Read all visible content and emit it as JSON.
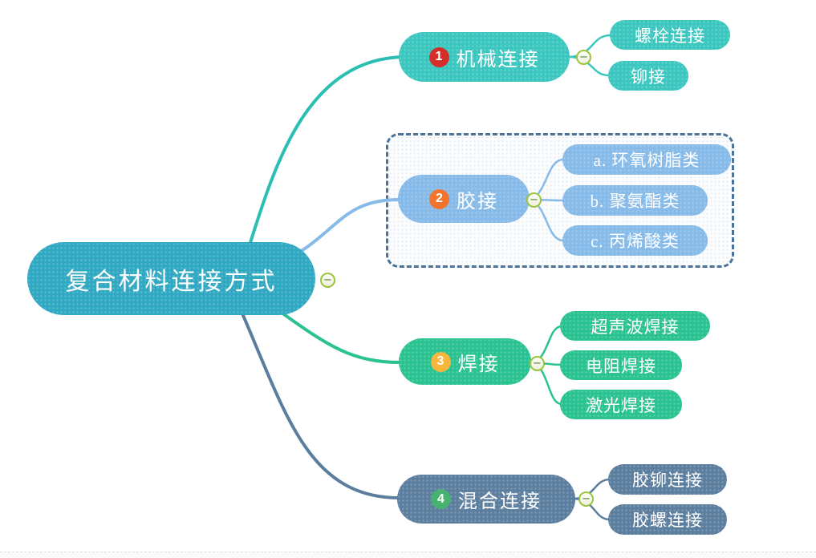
{
  "app": {
    "type": "mindmap",
    "canvas_background": "#ffffff"
  },
  "root": {
    "label": "复合材料连接方式",
    "color": "#2fa8c2",
    "text_color": "#ffffff"
  },
  "branches": [
    {
      "label": "机械连接",
      "badge": "1",
      "badge_color": "#d62e2a",
      "color": "#3bc7bf",
      "children": [
        {
          "label": "螺栓连接"
        },
        {
          "label": "铆接"
        }
      ]
    },
    {
      "label": "胶接",
      "badge": "2",
      "badge_color": "#f3742c",
      "color": "#86bae9",
      "boundary": {
        "style": "dashed",
        "color": "#4c7296"
      },
      "children": [
        {
          "label": "a. 环氧树脂类"
        },
        {
          "label": "b. 聚氨酯类"
        },
        {
          "label": "c. 丙烯酸类"
        }
      ]
    },
    {
      "label": "焊接",
      "badge": "3",
      "badge_color": "#f8b63c",
      "color": "#2ac291",
      "children": [
        {
          "label": "超声波焊接"
        },
        {
          "label": "电阻焊接"
        },
        {
          "label": "激光焊接"
        }
      ]
    },
    {
      "label": "混合连接",
      "badge": "4",
      "badge_color": "#47b26f",
      "color": "#5b7d9e",
      "children": [
        {
          "label": "胶铆连接"
        },
        {
          "label": "胶螺连接"
        }
      ]
    }
  ],
  "icons": {
    "collapse_symbol": "−",
    "collapse_border_color": "#9cc43c"
  }
}
